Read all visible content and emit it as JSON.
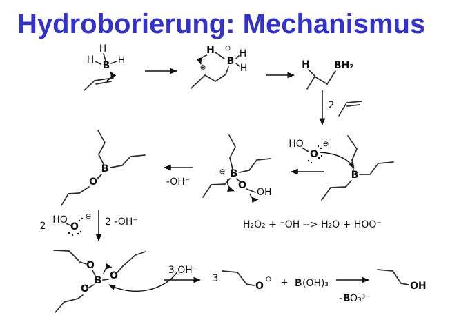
{
  "title": "Hydroborierung: Mechanismus",
  "colors": {
    "title": "#3333cc",
    "boron": "#17a017",
    "oxygen": "#ee1111",
    "hydrogen_highlight": "#ee1111",
    "ink": "#111111"
  },
  "step1": {
    "borane": {
      "b": "B",
      "h_top": "H",
      "h_left": "H",
      "h_right": "H"
    },
    "transition_state": {
      "h_migrating": "H",
      "minus": "⊖",
      "b": "B",
      "h_right_top": "H",
      "h_right_bottom": "H",
      "plus": "⊕"
    },
    "monoalkylborane": {
      "h_new": "H",
      "bh2": "BH₂"
    },
    "second_addition": {
      "coefficient": "2"
    }
  },
  "step2": {
    "hydroperoxide": {
      "ho": "HO",
      "o": "O",
      "minus": "⊖"
    },
    "trialkylborane": {
      "b": "B"
    },
    "borate_complex": {
      "minus": "⊖",
      "b": "B",
      "o": "O",
      "oh": "OH"
    },
    "alkoxyborane": {
      "b": "B",
      "o": "O"
    },
    "arrow_label": "-OH⁻"
  },
  "step3": {
    "coefficient": "2",
    "hydroperoxide": {
      "ho": "HO",
      "o": "O",
      "minus": "⊖"
    },
    "arrow_label": "2 -OH⁻",
    "equation": "H₂O₂ + ⁻OH --> H₂O + HOO⁻"
  },
  "step4": {
    "trialkylborate": {
      "b": "B",
      "o_top": "O",
      "o_right": "O",
      "o_bottom": "O"
    },
    "hydroxide_label": "3 OH⁻",
    "propoxide": {
      "coefficient": "3",
      "o": "O",
      "minus": "⊖"
    },
    "plus": "+",
    "boric_acid": {
      "b": "B",
      "rest": "(OH)₃"
    },
    "byproduct": {
      "prefix": "-",
      "b": "B",
      "rest": "O₃³⁻"
    },
    "propanol": {
      "oh": "OH"
    }
  }
}
